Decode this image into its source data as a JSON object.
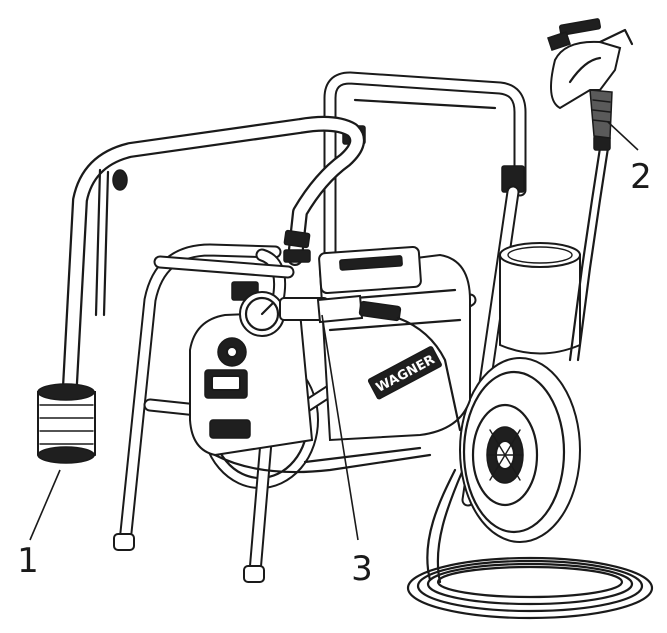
{
  "diagram": {
    "brand_text": "WAGNER",
    "callouts": [
      {
        "label": "1"
      },
      {
        "label": "2"
      },
      {
        "label": "3"
      }
    ]
  }
}
